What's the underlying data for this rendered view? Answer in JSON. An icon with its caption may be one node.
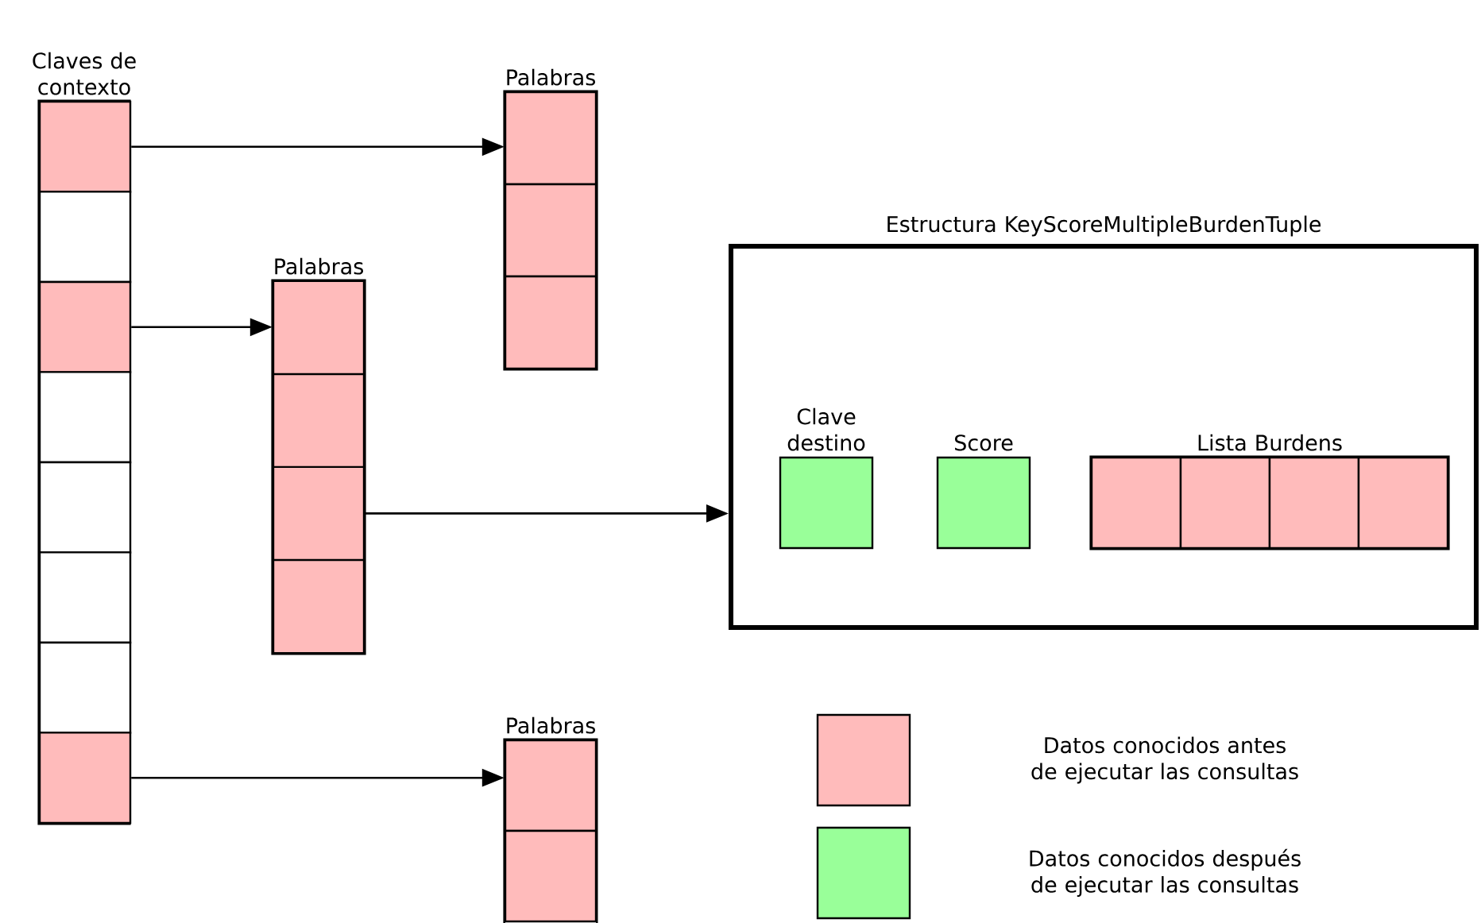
{
  "diagram": {
    "nodes": [
      {
        "text": [
          "Claves de contexto"
        ]
      },
      {
        "text": [],
        "shape": "box",
        "in": 0
      },
      {
        "text": [],
        "shape": "box",
        "in": 0
      },
      {
        "text": [],
        "shape": "box",
        "in": 0
      },
      {
        "text": [],
        "shape": "box",
        "in": 0
      },
      {
        "text": [],
        "shape": "box",
        "in": 0
      },
      {
        "text": [],
        "shape": "box",
        "in": 0
      },
      {
        "text": [],
        "shape": "box",
        "in": 0
      },
      {
        "text": [],
        "shape": "box",
        "in": 0
      },
      {
        "text": [
          "Palabras"
        ]
      },
      {
        "text": [],
        "shape": "box",
        "in": 9
      },
      {
        "text": [],
        "shape": "box",
        "in": 9
      },
      {
        "text": [],
        "shape": "box",
        "in": 9
      },
      {
        "text": [
          "Palabras"
        ]
      },
      {
        "text": [],
        "shape": "box",
        "in": 13
      },
      {
        "text": [],
        "shape": "box",
        "in": 13
      },
      {
        "text": [],
        "shape": "box",
        "in": 13
      },
      {
        "text": [],
        "shape": "box",
        "in": 13
      },
      {
        "text": [
          "Estructura KeyScoreMultipleBurdenTuple"
        ]
      },
      {
        "text": [
          "Clave destino"
        ],
        "in": 18
      },
      {
        "text": [
          "Score"
        ],
        "in": 18
      },
      {
        "text": [
          "Lista Burdens"
        ],
        "in": 18
      },
      {
        "text": [],
        "shape": "box",
        "in": 21
      },
      {
        "text": [],
        "shape": "box",
        "in": 21
      },
      {
        "text": [],
        "shape": "box",
        "in": 21
      },
      {
        "text": [],
        "shape": "box",
        "in": 21
      },
      {
        "text": [
          "Palabras"
        ]
      },
      {
        "text": [],
        "shape": "box",
        "in": 26
      },
      {
        "text": [],
        "shape": "box",
        "in": 26
      }
    ],
    "edges": [
      {
        "from": 1,
        "to": 10,
        "arrow": "to"
      },
      {
        "from": 3,
        "to": 14,
        "arrow": "to"
      },
      {
        "from": 16,
        "to": 18,
        "arrow": "to"
      },
      {
        "from": 8,
        "to": 27,
        "arrow": "to"
      }
    ],
    "legend": [
      {
        "text": "Datos conocidos antes de ejecutar las consultas",
        "color": "#ffbbbb"
      },
      {
        "text": "Datos conocidos después de ejecutar las consultas",
        "color": "#99ff99"
      }
    ]
  }
}
